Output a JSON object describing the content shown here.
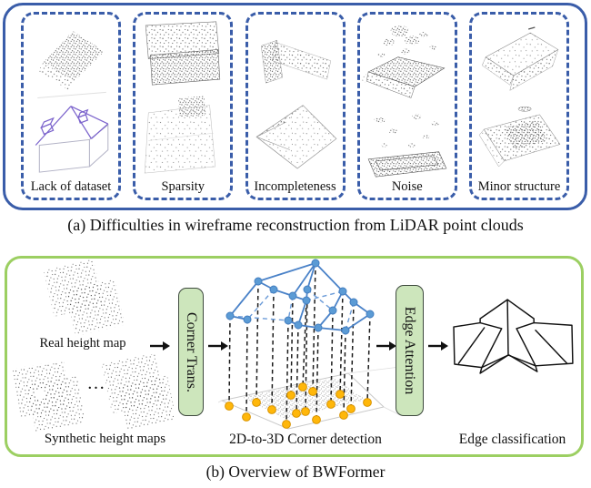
{
  "colors": {
    "panel_a_border": "#3a5da9",
    "panel_b_border": "#9ccf62",
    "process_box_fill": "#cde6bc",
    "process_box_border": "#3e4a3e",
    "corner_node_blue": "#5b9bd5",
    "ground_node_yellow": "#ffb70a"
  },
  "panel_a": {
    "caption": "(a) Difficulties in wireframe reconstruction from LiDAR point clouds",
    "boxes": [
      {
        "label": "Lack of dataset"
      },
      {
        "label": "Sparsity"
      },
      {
        "label": "Incompleteness"
      },
      {
        "label": "Noise"
      },
      {
        "label": "Minor structure"
      }
    ]
  },
  "panel_b": {
    "caption": "(b) Overview of BWFormer",
    "real_height_map_label": "Real height map",
    "ellipsis": "…",
    "synthetic_label": "Synthetic height maps",
    "corner_transformer_label": "Corner Trans.",
    "detection_label": "2D-to-3D Corner detection",
    "edge_attention_label": "Edge Attention",
    "classification_label": "Edge classification"
  },
  "icons": {
    "arrow_right": "→"
  }
}
